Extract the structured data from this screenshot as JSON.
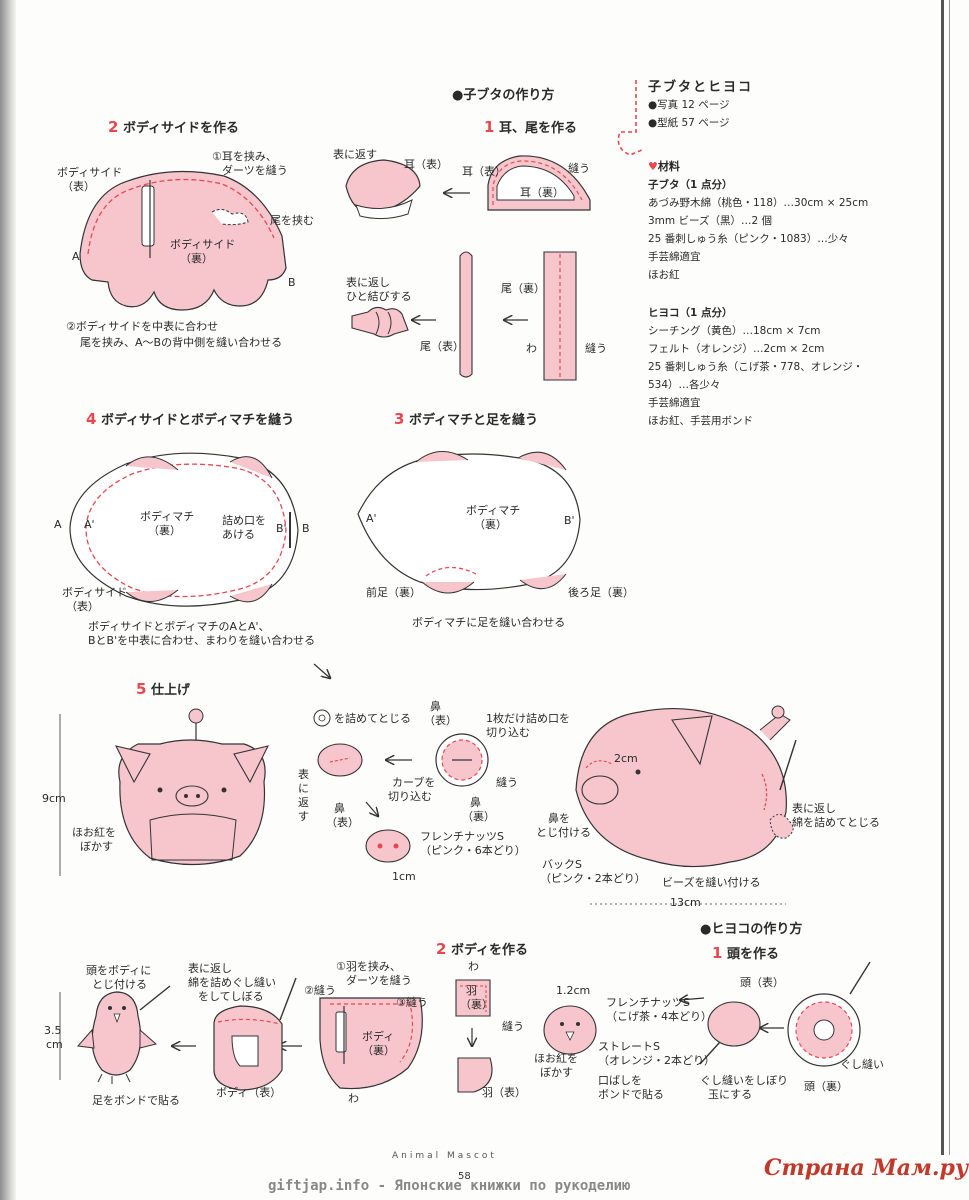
{
  "pig": {
    "title": "●子ブタの作り方",
    "steps": {
      "s1": {
        "num": "1",
        "label": "耳、尾を作る"
      },
      "s2": {
        "num": "2",
        "label": "ボディサイドを作る"
      },
      "s3": {
        "num": "3",
        "label": "ボディマチと足を縫う"
      },
      "s4": {
        "num": "4",
        "label": "ボディサイドとボディマチを縫う"
      },
      "s5": {
        "num": "5",
        "label": "仕上げ"
      }
    },
    "s1_labels": {
      "omote_ni_kaesu": "表に返す",
      "mimi_omote": "耳（表）",
      "mimi_omote2": "耳（表）",
      "nuu": "縫う",
      "mimi_ura": "耳（裏）",
      "omote_hitomusubi_1": "表に返し",
      "omote_hitomusubi_2": "ひと結びする",
      "o_ura": "尾（裏）",
      "o_omote": "尾（表）",
      "wa": "わ",
      "nuu2": "縫う"
    },
    "s2_labels": {
      "side_omote_1": "ボディサイド",
      "side_omote_2": "（表）",
      "note1_1": "①耳を挟み、",
      "note1_2": "ダーツを縫う",
      "o_hasamu": "尾を挟む",
      "side_ura_1": "ボディサイド",
      "side_ura_2": "（裏）",
      "a": "A",
      "b": "B",
      "note2_1": "②ボディサイドを中表に合わせ",
      "note2_2": "尾を挟み、A～Bの背中側を縫い合わせる"
    },
    "s3_labels": {
      "a_prime": "A'",
      "machi_1": "ボディマチ",
      "machi_2": "（裏）",
      "b_prime": "B'",
      "maeashi": "前足（裏）",
      "ushiroashi": "後ろ足（裏）",
      "note": "ボディマチに足を縫い合わせる"
    },
    "s4_labels": {
      "a": "A",
      "a_prime": "A'",
      "machi_1": "ボディマチ",
      "machi_2": "（裏）",
      "tsume_1": "詰め口を",
      "tsume_2": "あける",
      "b_prime": "B'",
      "b": "B",
      "side_1": "ボディサイド",
      "side_2": "（表）",
      "note_1": "ボディサイドとボディマチのAとA'、",
      "note_2": "BとB'を中表に合わせ、まわりを縫い合わせる"
    },
    "s5_labels": {
      "height": "9cm",
      "hoo_1": "ほお紅を",
      "hoo_2": "ぼかす",
      "wata_tojiru": "を詰めてとじる",
      "hana_omote": "鼻",
      "hana_omote_2": "（表）",
      "ichimai_1": "1枚だけ詰め口を",
      "ichimai_2": "切り込む",
      "omote_kaesu": "表に返す",
      "curve_1": "カーブを",
      "curve_2": "切り込む",
      "nuu": "縫う",
      "hana_ura": "鼻",
      "hana_ura_2": "（裏）",
      "hana_omote_b": "鼻",
      "hana_omote_b2": "（表）",
      "french_1": "フレンチナッツS",
      "french_2": "（ピンク・6本どり）",
      "one_cm": "1cm",
      "two_cm": "2cm",
      "hana_tojitsukeru_1": "鼻を",
      "hana_tojitsukeru_2": "とじ付ける",
      "back_1": "バックS",
      "back_2": "（ピンク・2本どり）",
      "beads": "ビーズを縫い付ける",
      "width": "13cm",
      "omote_wata_1": "表に返し",
      "omote_wata_2": "綿を詰めてとじる"
    }
  },
  "chick": {
    "title": "●ヒヨコの作り方",
    "steps": {
      "s1": {
        "num": "1",
        "label": "頭を作る"
      },
      "s2": {
        "num": "2",
        "label": "ボディを作る"
      }
    },
    "labels": {
      "atama_omote": "頭（表）",
      "gushi": "ぐし縫い",
      "atama_ura": "頭（裏）",
      "gushi_shibori_1": "ぐし縫いをしぼり",
      "gushi_shibori_2": "玉にする",
      "size_12": "1.2cm",
      "french_1": "フレンチナッツS",
      "french_2": "（こげ茶・4本どり）",
      "straight_1": "ストレートS",
      "straight_2": "（オレンジ・2本どり）",
      "hoo_1": "ほお紅を",
      "hoo_2": "ぼかす",
      "kuchibashi_1": "口ばしを",
      "kuchibashi_2": "ボンドで貼る",
      "wa_top": "わ",
      "hane_1": "羽",
      "hane_2": "（裏）",
      "nuu": "縫う",
      "hane_omote": "羽（表）",
      "note1_1": "①羽を挟み、",
      "note1_2": "ダーツを縫う",
      "nuu2": "②縫う",
      "nuu3": "③縫う",
      "body_ura_1": "ボディ",
      "body_ura_2": "（裏）",
      "wa": "わ",
      "omote_gushi_1": "表に返し",
      "omote_gushi_2": "綿を詰めぐし縫い",
      "omote_gushi_3": "をしてしぼる",
      "body_omote": "ボディ（表）",
      "atama_body_1": "頭をボディに",
      "atama_body_2": "とじ付ける",
      "height": "3.5",
      "height_unit": "cm",
      "ashi": "足をボンドで貼る"
    }
  },
  "info": {
    "title": "子ブタとヒヨコ",
    "photo": "●写真 12 ページ",
    "pattern": "●型紙 57 ページ",
    "materials_head": "材料",
    "pig_head": "子ブタ（1 点分）",
    "pig_items": [
      "あづみ野木綿（桃色・118）…30cm × 25cm",
      "3mm ビーズ（黒）…2 個",
      "25 番刺しゅう糸（ピンク・1083）…少々",
      "手芸綿適宜",
      "ほお紅"
    ],
    "chick_head": "ヒヨコ（1 点分）",
    "chick_items": [
      "シーチング（黄色）…18cm × 7cm",
      "フェルト（オレンジ）…2cm × 2cm",
      "25 番刺しゅう糸（こげ茶・778、オレンジ・",
      "534）…各少々",
      "手芸綿適宜",
      "ほお紅、手芸用ボンド"
    ]
  },
  "footer": {
    "series": "Animal Mascot",
    "page": "58",
    "watermark": "giftjap.info - Японские книжки по рукоделию",
    "logo": "Страна Мам.ру"
  },
  "colors": {
    "accent": "#e8474f",
    "pink_fill": "#f6c6cc",
    "line": "#333333"
  }
}
